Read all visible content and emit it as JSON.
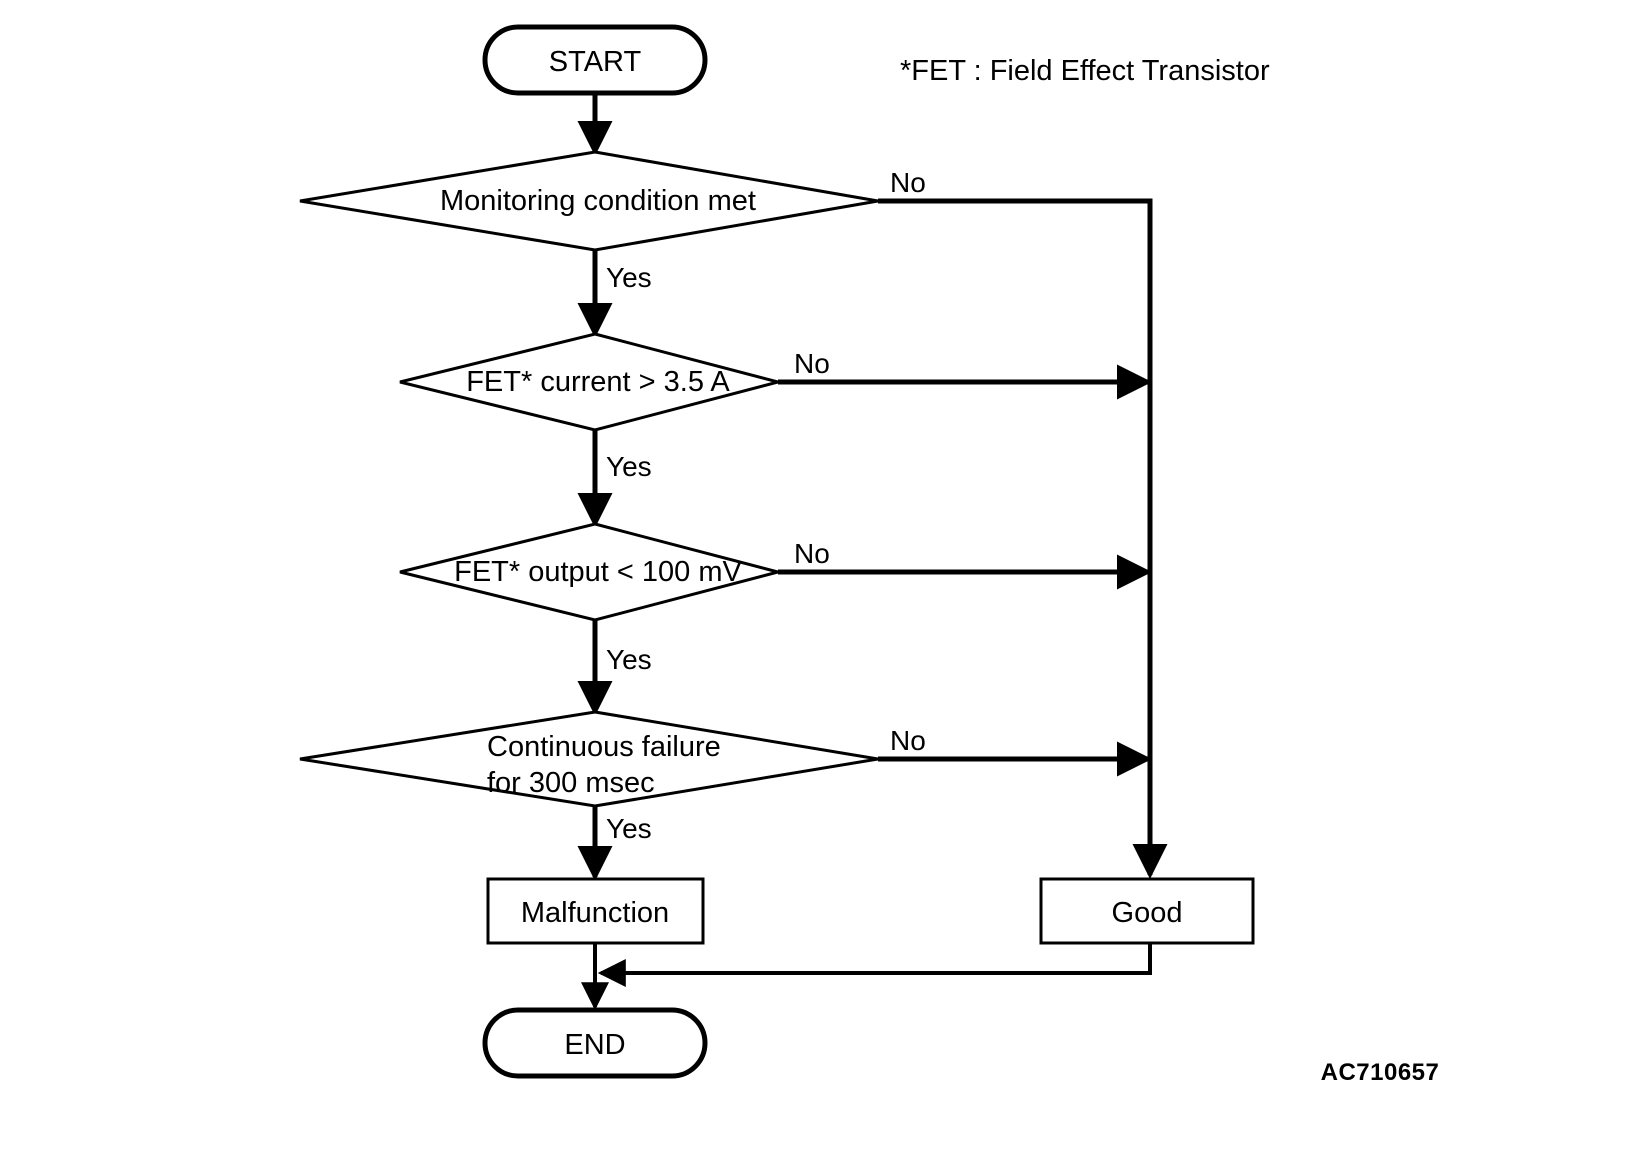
{
  "diagram": {
    "type": "flowchart",
    "title_note": "*FET : Field Effect Transistor",
    "reference_code": "AC710657",
    "colors": {
      "stroke": "#000000",
      "fill": "#ffffff",
      "text": "#000000"
    },
    "nodes": {
      "start": {
        "shape": "terminator",
        "label": "START"
      },
      "decision1": {
        "shape": "decision",
        "label": "Monitoring condition met"
      },
      "decision2": {
        "shape": "decision",
        "label": "FET* current > 3.5 A"
      },
      "decision3": {
        "shape": "decision",
        "label": "FET* output < 100 mV"
      },
      "decision4": {
        "shape": "decision",
        "label_line1": "Continuous failure",
        "label_line2": "for 300 msec"
      },
      "malfunction": {
        "shape": "process",
        "label": "Malfunction"
      },
      "good": {
        "shape": "process",
        "label": "Good"
      },
      "end": {
        "shape": "terminator",
        "label": "END"
      }
    },
    "edge_labels": {
      "d1_no": "No",
      "d1_yes": "Yes",
      "d2_no": "No",
      "d2_yes": "Yes",
      "d3_no": "No",
      "d3_yes": "Yes",
      "d4_no": "No",
      "d4_yes": "Yes"
    }
  }
}
